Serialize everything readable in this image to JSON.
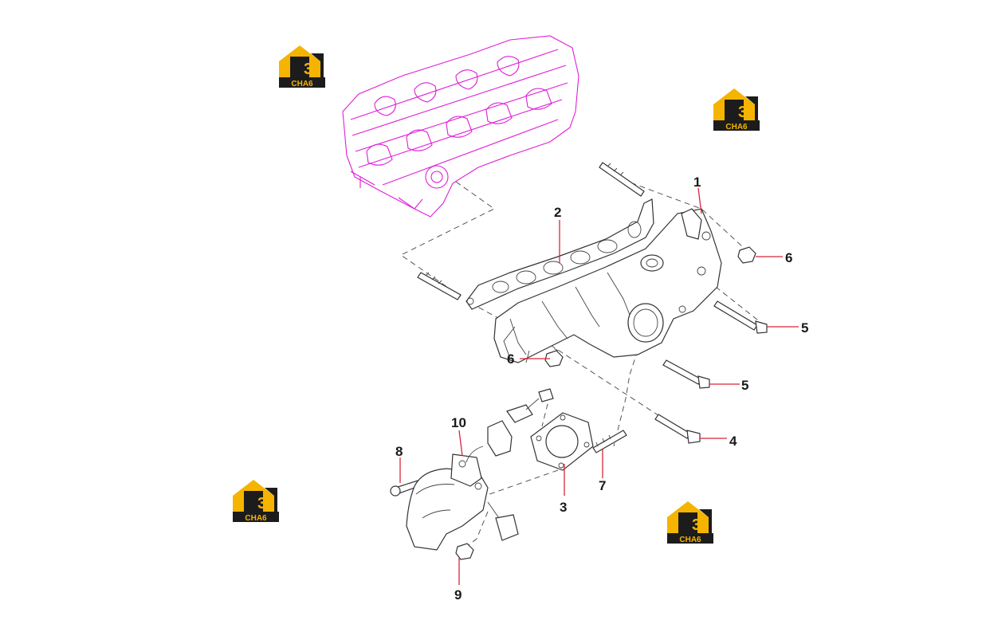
{
  "watermark": {
    "top": "H",
    "top_accent": "3",
    "bottom": "CHA6"
  },
  "colors": {
    "head_outline": "#e01ed8",
    "leader": "#d9253b",
    "logo_yellow": "#f5b400",
    "logo_dark": "#1c1c1c"
  },
  "parts": [
    {
      "id": "1",
      "label": "1"
    },
    {
      "id": "2",
      "label": "2"
    },
    {
      "id": "3",
      "label": "3"
    },
    {
      "id": "4",
      "label": "4"
    },
    {
      "id": "5a",
      "label": "5"
    },
    {
      "id": "5b",
      "label": "5"
    },
    {
      "id": "6a",
      "label": "6"
    },
    {
      "id": "6b",
      "label": "6"
    },
    {
      "id": "7",
      "label": "7"
    },
    {
      "id": "8",
      "label": "8"
    },
    {
      "id": "9",
      "label": "9"
    },
    {
      "id": "10",
      "label": "10"
    }
  ]
}
